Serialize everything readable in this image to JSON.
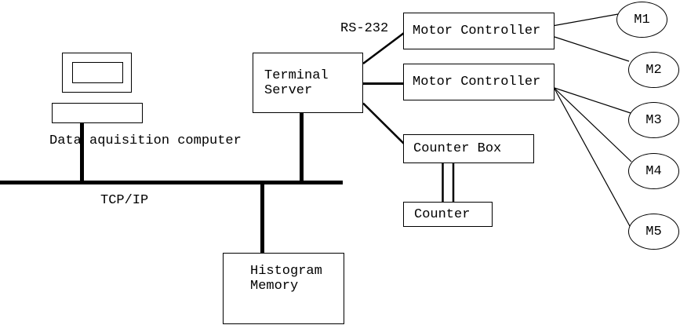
{
  "colors": {
    "ink": "#000000",
    "background": "#ffffff"
  },
  "computer": {
    "label": "Data aquisition computer"
  },
  "bus": {
    "label": "TCP/IP"
  },
  "serial": {
    "label": "RS-232"
  },
  "nodes": {
    "terminal_server": {
      "label": "Terminal Server"
    },
    "motor_controller_1": {
      "label": "Motor Controller"
    },
    "motor_controller_2": {
      "label": "Motor Controller"
    },
    "counter_box": {
      "label": "Counter Box"
    },
    "counter": {
      "label": "Counter"
    },
    "histogram_memory": {
      "label": "Histogram Memory"
    }
  },
  "motors": [
    {
      "label": "M1"
    },
    {
      "label": "M2"
    },
    {
      "label": "M3"
    },
    {
      "label": "M4"
    },
    {
      "label": "M5"
    }
  ]
}
